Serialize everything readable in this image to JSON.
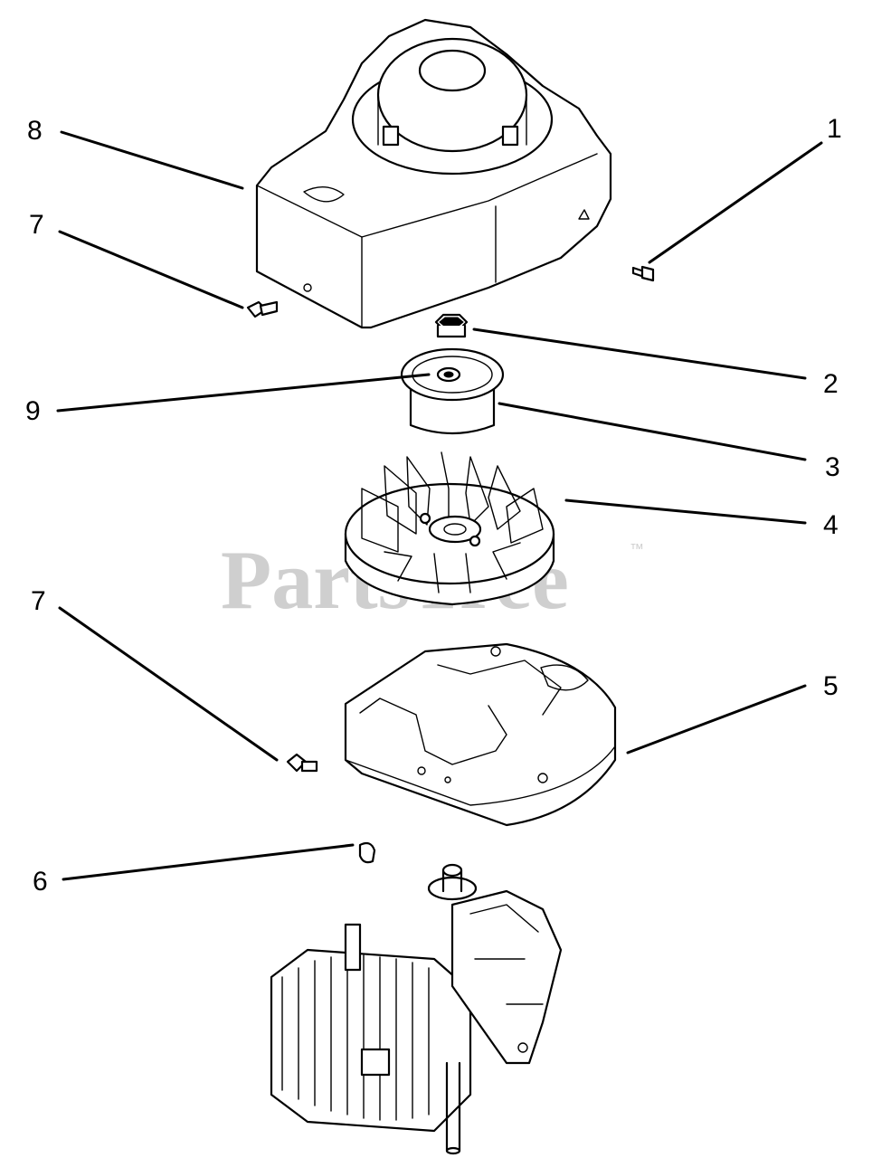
{
  "watermark": {
    "text": "PartsTree",
    "trademark": "™"
  },
  "callouts": [
    {
      "id": "c8",
      "label": "8"
    },
    {
      "id": "c1",
      "label": "1"
    },
    {
      "id": "c7a",
      "label": "7"
    },
    {
      "id": "c2",
      "label": "2"
    },
    {
      "id": "c9",
      "label": "9"
    },
    {
      "id": "c3",
      "label": "3"
    },
    {
      "id": "c4",
      "label": "4"
    },
    {
      "id": "c7b",
      "label": "7"
    },
    {
      "id": "c5",
      "label": "5"
    },
    {
      "id": "c6",
      "label": "6"
    }
  ]
}
